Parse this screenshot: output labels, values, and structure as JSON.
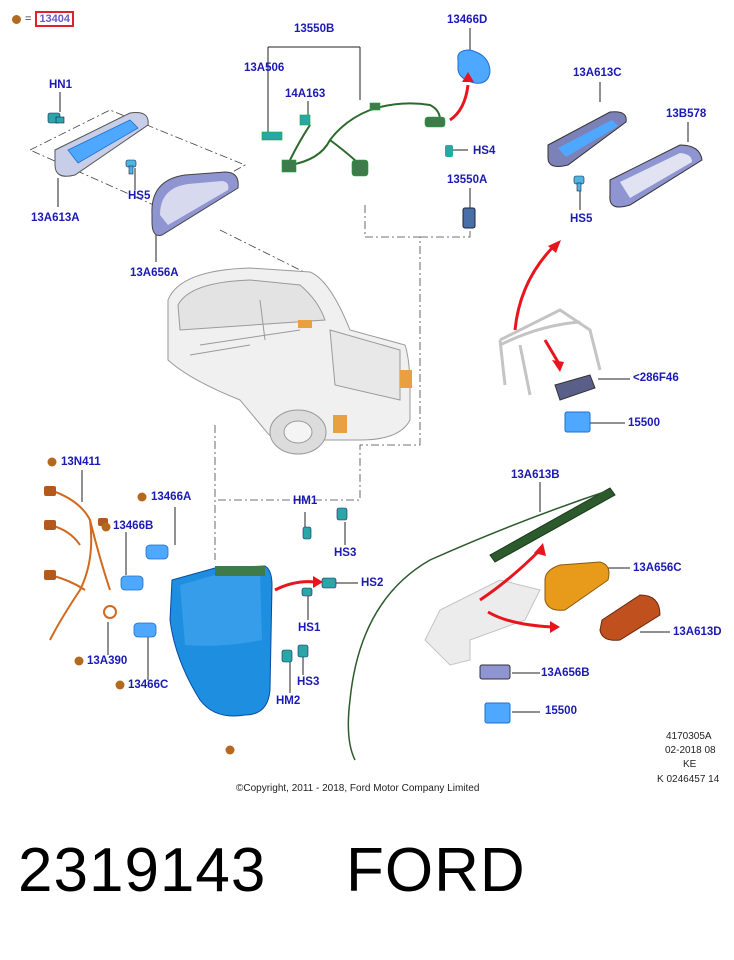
{
  "legend": {
    "equals": "=",
    "part": "13404"
  },
  "labels": {
    "l_13550B": "13550B",
    "l_13466D": "13466D",
    "l_13A506": "13A506",
    "l_14A163": "14A163",
    "l_HN1": "HN1",
    "l_13A613C": "13A613C",
    "l_13B578": "13B578",
    "l_HS4": "HS4",
    "l_HS5a": "HS5",
    "l_13A613A": "13A613A",
    "l_13550A": "13550A",
    "l_HS5b": "HS5",
    "l_13A656A": "13A656A",
    "l_286F46": "<286F46",
    "l_15500a": "15500",
    "l_13N411": "13N411",
    "l_13466A": "13466A",
    "l_13A613B": "13A613B",
    "l_HM1": "HM1",
    "l_13466B": "13466B",
    "l_HS3a": "HS3",
    "l_13A656C": "13A656C",
    "l_HS2": "HS2",
    "l_HS1": "HS1",
    "l_13A613D": "13A613D",
    "l_13A390": "13A390",
    "l_HS3b": "HS3",
    "l_13A656B": "13A656B",
    "l_13466C": "13466C",
    "l_HM2": "HM2",
    "l_15500b": "15500"
  },
  "meta": {
    "code": "4170305A",
    "date": "02-2018 08",
    "region": "KE",
    "ref": "K 0246457 14",
    "copyright": "©Copyright, 2011 - 2018, Ford Motor Company Limited"
  },
  "footer": {
    "part_number": "2319143",
    "brand": "FORD"
  },
  "colors": {
    "label": "#1a1ab4",
    "part_blue": "#1e8fe0",
    "harness": "#d2691e",
    "arrow": "#e8141e",
    "amber": "#e89a1a",
    "marker": "#b4691e"
  }
}
